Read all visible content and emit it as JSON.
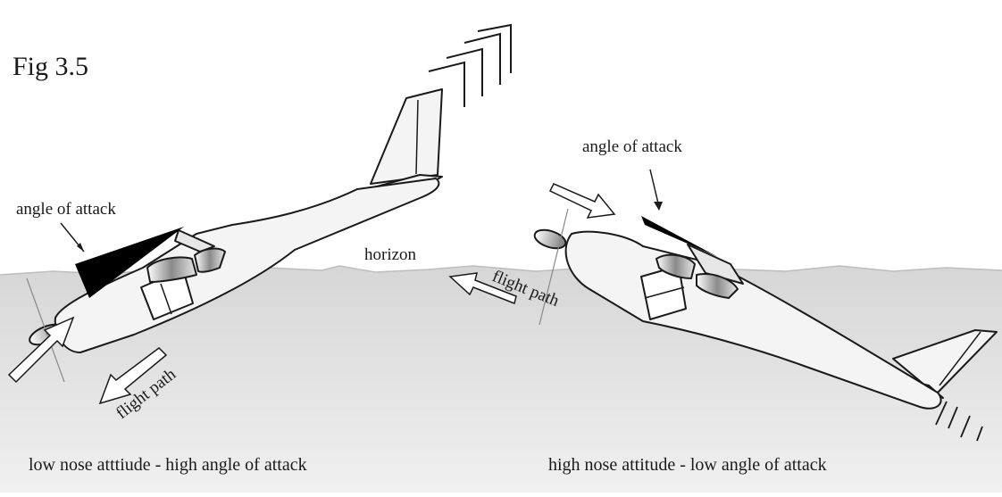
{
  "figure": {
    "title": "Fig 3.5"
  },
  "labels": {
    "horizon": "horizon",
    "left_angle_of_attack": "angle of attack",
    "left_flight_path": "flight path",
    "right_angle_of_attack": "angle of attack",
    "right_flight_path": "flight path"
  },
  "captions": {
    "left": "low nose atttiude - high angle of attack",
    "right": "high nose attitude - low angle of attack"
  }
}
